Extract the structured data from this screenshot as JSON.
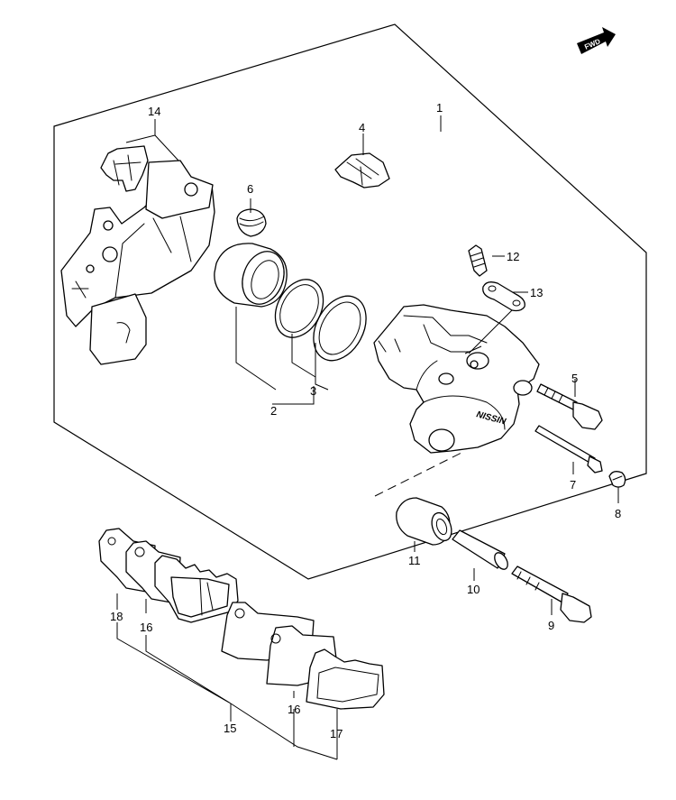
{
  "fwd_badge": {
    "text": "FWD",
    "icon": "fwd-arrow-icon"
  },
  "caliper_logo": "NISSIN",
  "callouts": [
    {
      "id": "1",
      "text": "1"
    },
    {
      "id": "2",
      "text": "2"
    },
    {
      "id": "3",
      "text": "3"
    },
    {
      "id": "4",
      "text": "4"
    },
    {
      "id": "5",
      "text": "5"
    },
    {
      "id": "6",
      "text": "6"
    },
    {
      "id": "7",
      "text": "7"
    },
    {
      "id": "8",
      "text": "8"
    },
    {
      "id": "9",
      "text": "9"
    },
    {
      "id": "10",
      "text": "10"
    },
    {
      "id": "11",
      "text": "11"
    },
    {
      "id": "12",
      "text": "12"
    },
    {
      "id": "13",
      "text": "13"
    },
    {
      "id": "14",
      "text": "14"
    },
    {
      "id": "15",
      "text": "15"
    },
    {
      "id": "16a",
      "text": "16"
    },
    {
      "id": "16b",
      "text": "16"
    },
    {
      "id": "17",
      "text": "17"
    },
    {
      "id": "18",
      "text": "18"
    }
  ]
}
